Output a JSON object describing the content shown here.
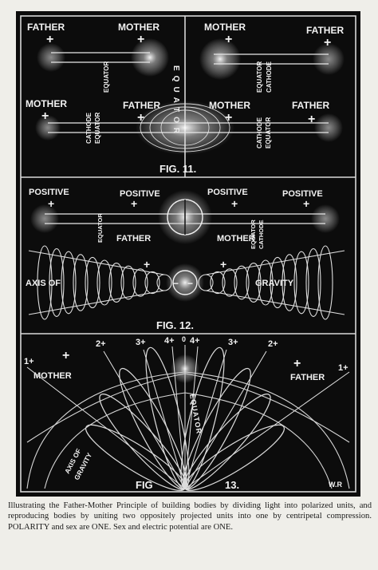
{
  "plate": {
    "fig11": {
      "top_left": {
        "father": "FATHER",
        "mother": "MOTHER",
        "equator": "EQUATOR",
        "plus": "+"
      },
      "top_right": {
        "mother": "MOTHER",
        "father": "FATHER",
        "equator": "EQUATOR",
        "cathode": "CATHODE",
        "plus": "+"
      },
      "mid_left": {
        "mother": "MOTHER",
        "father": "FATHER",
        "cathode": "CATHODE",
        "equator": "EQUATOR",
        "plus": "+"
      },
      "mid_right": {
        "mother": "MOTHER",
        "father": "FATHER",
        "cathode": "CATHODE",
        "equator": "EQUATOR",
        "plus": "+"
      },
      "vertical_equator": "EQUATOR",
      "label": "FIG. 11."
    },
    "fig12": {
      "positive": "POSITIVE",
      "equator": "EQUATOR",
      "cathode": "CATHODE",
      "father": "FATHER",
      "mother": "MOTHER",
      "axis_of": "AXIS OF",
      "gravity": "GRAVITY",
      "plus": "+",
      "minus": "−",
      "label": "FIG. 12."
    },
    "fig13": {
      "n1": "1+",
      "n2": "2+",
      "n3": "3+",
      "n4": "4+",
      "n0": "0",
      "mother": "MOTHER",
      "father": "FATHER",
      "equator": "EQUATOR",
      "axis_of": "AXIS OF",
      "gravity": "GRAVITY",
      "plus": "+",
      "label_fig": "FIG",
      "label_num": "13.",
      "initials": "W.R"
    }
  },
  "caption": "Illustrating the Father-Mother Principle of building bodies by dividing light into polarized units, and reproducing bodies by uniting two oppositely projected units into one by centripetal compression. POLARITY and sex are ONE. Sex and electric potential are ONE."
}
